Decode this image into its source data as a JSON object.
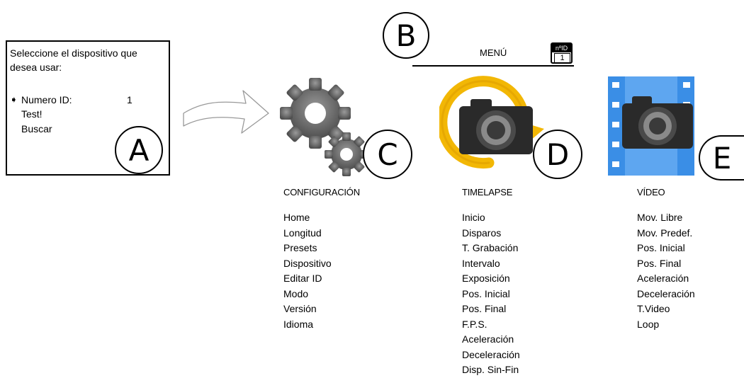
{
  "device": {
    "prompt": "Seleccione el dispositivo que desea usar:",
    "items": [
      {
        "label": "Numero ID:",
        "value": "1",
        "selected": true
      },
      {
        "label": "Test!",
        "value": ""
      },
      {
        "label": "Buscar",
        "value": ""
      }
    ]
  },
  "labels": {
    "a": "A",
    "b": "B",
    "c": "C",
    "d": "D",
    "e": "E"
  },
  "menu": {
    "title": "MENÚ",
    "badge_top": "nºID",
    "badge_value": "1"
  },
  "sections": {
    "config": {
      "title": "CONFIGURACIÓN",
      "items": [
        "Home",
        "Longitud",
        "Presets",
        "Dispositivo",
        "Editar ID",
        "Modo",
        "Versión",
        "Idioma"
      ]
    },
    "timelapse": {
      "title": "TIMELAPSE",
      "items": [
        "Inicio",
        "Disparos",
        "T. Grabación",
        "Intervalo",
        "Exposición",
        "Pos. Inicial",
        "Pos. Final",
        "F.P.S.",
        "Aceleración",
        "Deceleración",
        "Disp. Sin-Fin"
      ]
    },
    "video": {
      "title": "VÍDEO",
      "items": [
        "Mov. Libre",
        "Mov. Predef.",
        "Pos. Inicial",
        "Pos. Final",
        "Aceleración",
        "Deceleración",
        "T.Video",
        "Loop"
      ]
    }
  },
  "icons": [
    "arrow-icon",
    "gears-icon",
    "timelapse-camera-icon",
    "video-camera-icon",
    "selection-arrow-icon"
  ],
  "colors": {
    "gear": "#6f6f6f",
    "timelapse_ring": "#f2b705",
    "film": "#3a8ee6",
    "camera": "#2a2a2a"
  }
}
